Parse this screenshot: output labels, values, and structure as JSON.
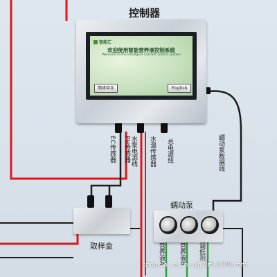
{
  "controller": {
    "label": "控制器",
    "screen": {
      "brand": "智能汇",
      "title": "欢迎使用智能营养液控制系统",
      "subtitle": "Welcome to the intelligent nutrient control system",
      "btn_chinese": "简体中文",
      "btn_english": "English"
    }
  },
  "cables": {
    "ec": "EC传感器",
    "ph": "PH传感器",
    "pump_power": "水泵电源线",
    "water_temp": "水温传感器",
    "main_power": "总电源线",
    "pump_data": "蠕动泵数据线"
  },
  "sample_box": {
    "label": "取样盒"
  },
  "pump": {
    "label": "蠕动泵",
    "channels": [
      "营养液A",
      "营养液B",
      "调低剂"
    ]
  },
  "watermark": "shop…a…a…o…yg2lr5.1688.com",
  "colors": {
    "red_wire": "#e0151a",
    "green_hose": "#2f9e3c",
    "background": "#d9e2ea"
  }
}
